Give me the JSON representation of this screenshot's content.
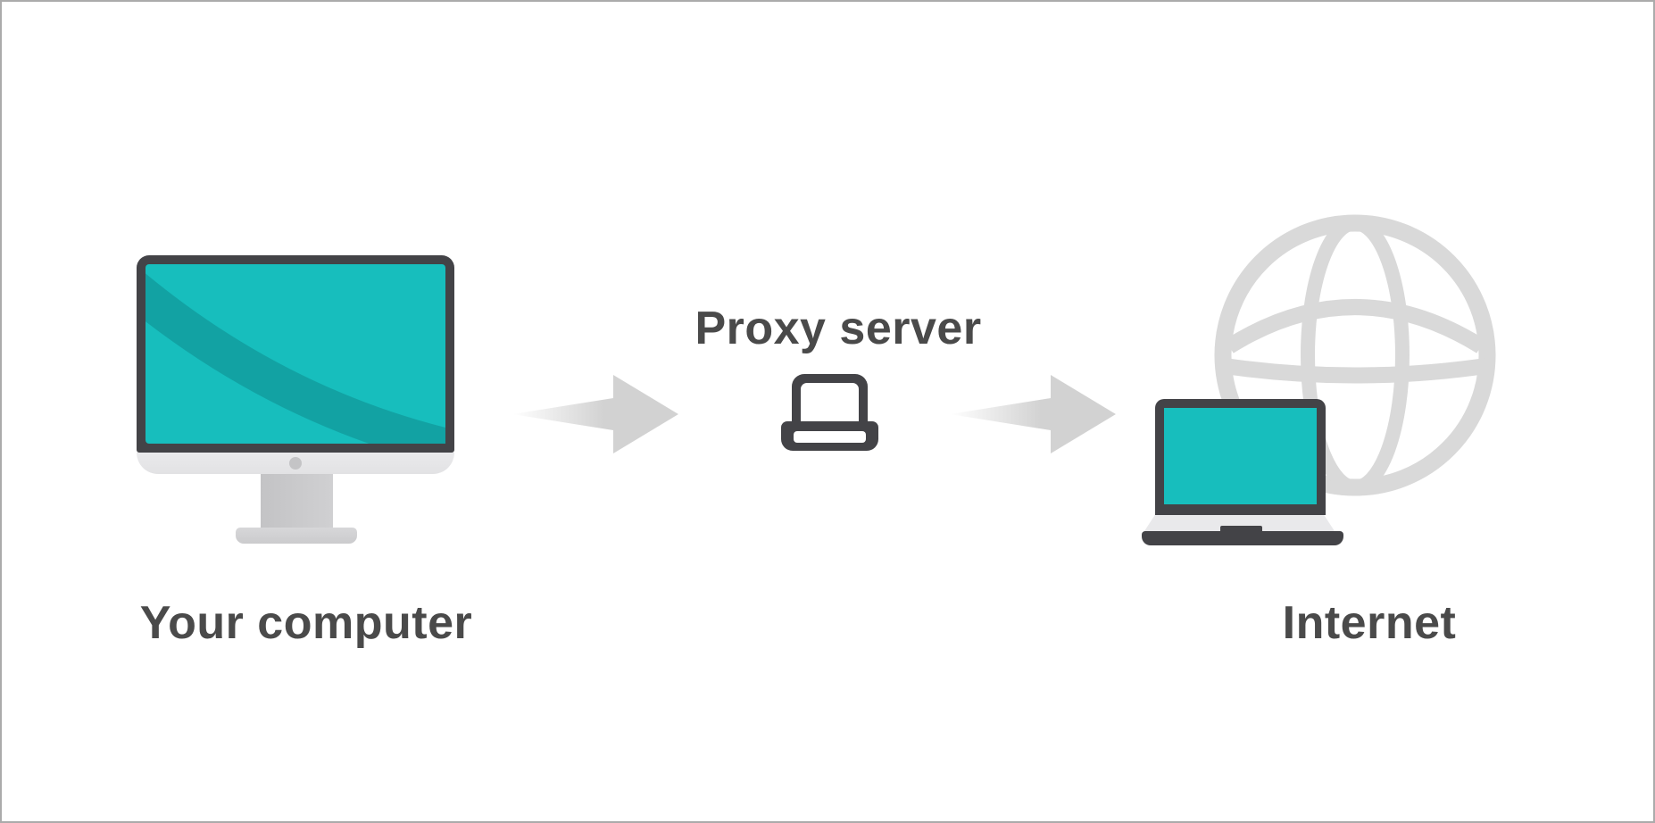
{
  "diagram": {
    "nodes": [
      {
        "id": "your-computer",
        "label": "Your computer",
        "icon": "desktop-computer-icon"
      },
      {
        "id": "proxy-server",
        "label": "Proxy server",
        "icon": "laptop-outline-icon"
      },
      {
        "id": "internet",
        "label": "Internet",
        "icon": "laptop-with-globe-icon"
      }
    ],
    "connections": [
      {
        "from": "your-computer",
        "to": "proxy-server",
        "icon": "arrow-right-icon"
      },
      {
        "from": "proxy-server",
        "to": "internet",
        "icon": "arrow-right-icon"
      }
    ]
  },
  "theme": {
    "bg": "#FFFFFF",
    "border": "#ABABAB",
    "text": "#4A4A4A",
    "dark": "#434347",
    "teal": "#17BEBD",
    "teal-dark": "#12A2A3",
    "arrow-gray": "#D2D2D2",
    "globe-gray": "#D9D9D9",
    "chin-gray": "#EAEAEC",
    "deck-gray": "#E9E9EB",
    "stand-gray": "#D0D0D2",
    "base-gray": "#CBCBCD",
    "dot-gray": "#C4C4C6"
  }
}
